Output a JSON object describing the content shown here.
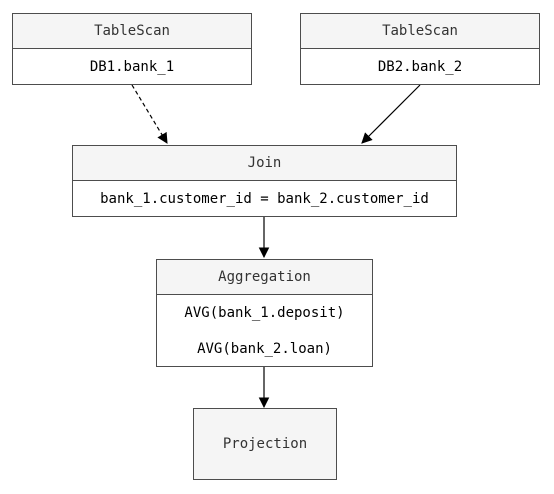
{
  "nodes": {
    "scan1": {
      "title": "TableScan",
      "body": "DB1.bank_1"
    },
    "scan2": {
      "title": "TableScan",
      "body": "DB2.bank_2"
    },
    "join": {
      "title": "Join",
      "body": "bank_1.customer_id = bank_2.customer_id"
    },
    "aggregation": {
      "title": "Aggregation",
      "lines": [
        "AVG(bank_1.deposit)",
        "AVG(bank_2.loan)"
      ]
    },
    "projection": {
      "title": "Projection"
    }
  },
  "edges": [
    {
      "from": "TableScan (DB1.bank_1)",
      "to": "Join",
      "style": "dashed"
    },
    {
      "from": "TableScan (DB2.bank_2)",
      "to": "Join",
      "style": "solid"
    },
    {
      "from": "Join",
      "to": "Aggregation",
      "style": "solid"
    },
    {
      "from": "Aggregation",
      "to": "Projection",
      "style": "solid"
    }
  ]
}
